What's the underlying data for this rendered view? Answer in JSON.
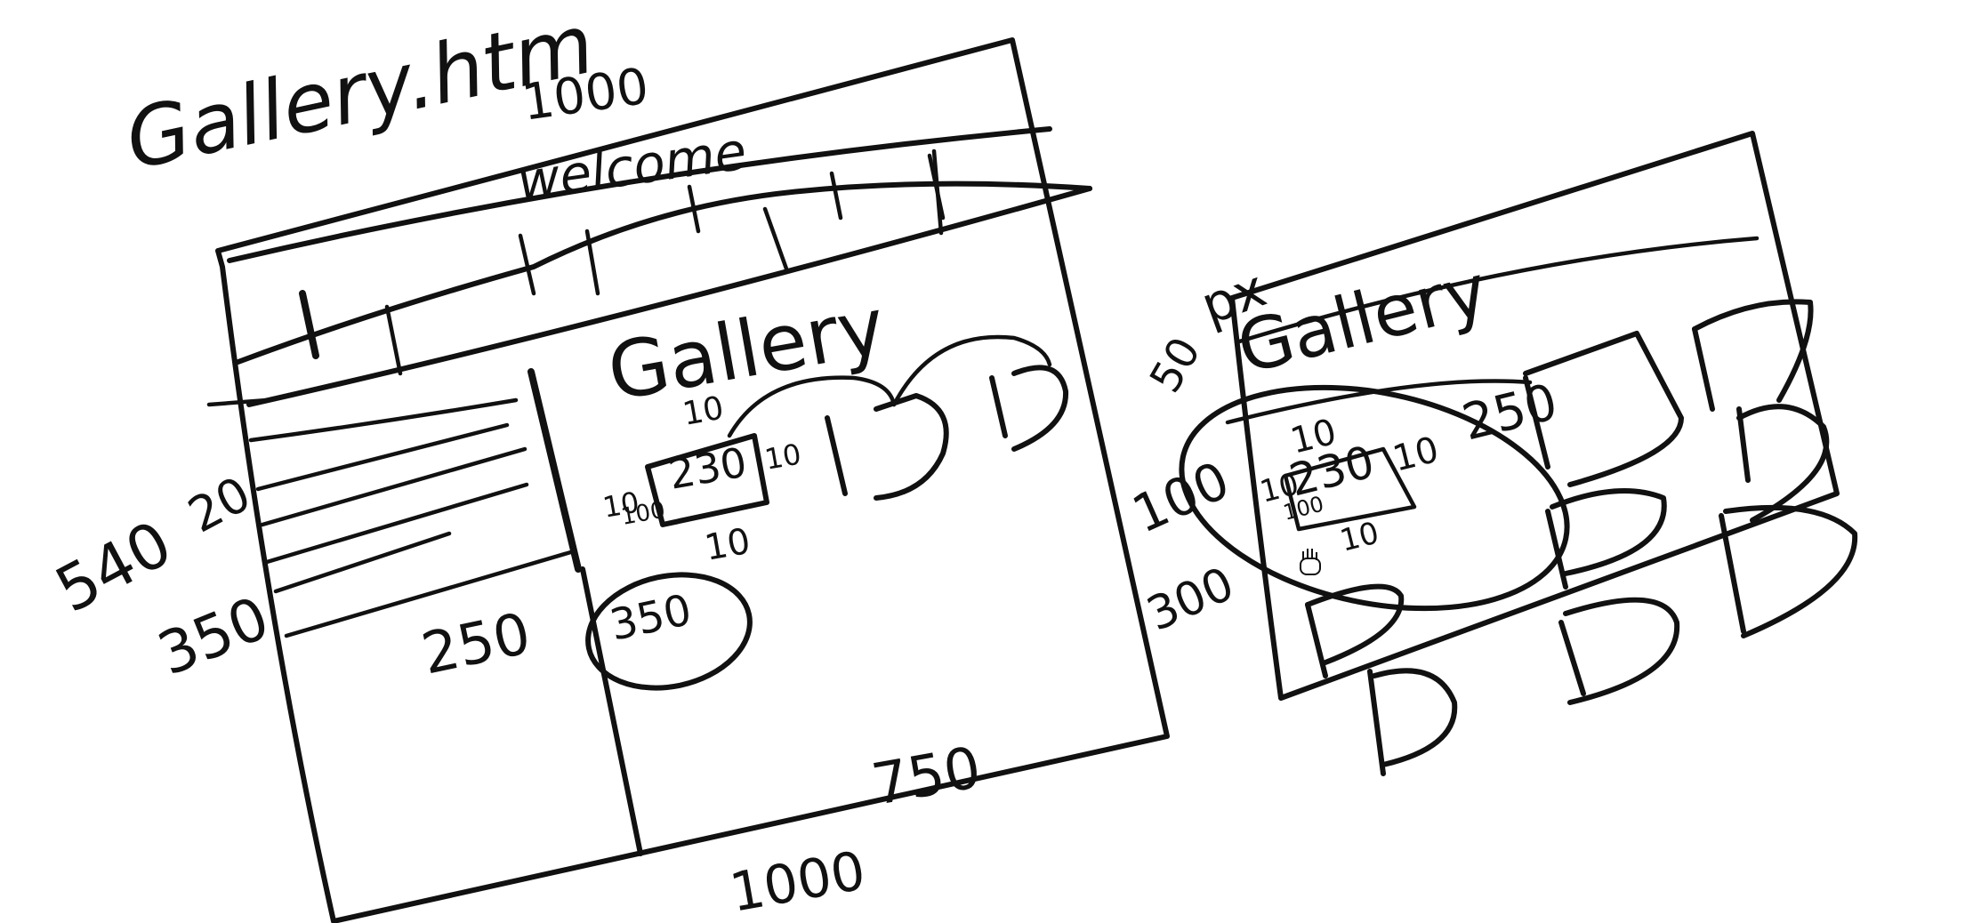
{
  "canvas": {
    "background": "#ffffff",
    "ink_color": "#111111",
    "cursor_icon": "hand-grab-cursor-icon"
  },
  "title": "Gallery.htm",
  "left_sketch": {
    "top_width": "1000",
    "header_text": "welcome",
    "section_heading": "Gallery",
    "sidebar_height_label": "540",
    "sidebar_margin_label": "20",
    "sidebar_bottom_label": "350",
    "sidebar_width_label": "250",
    "spacing_top": "10",
    "spacing_right": "10",
    "spacing_left": "10",
    "spacing_bottom": "10",
    "thumb_width": "230",
    "thumb_height": "100",
    "circled_label": "350",
    "content_width": "750",
    "bottom_width": "1000"
  },
  "right_sketch": {
    "unit_label": "px",
    "height_label": "50",
    "heading": "Gallery",
    "card_width": "250",
    "row_height_label": "100",
    "row_bottom_label": "300",
    "inner_top": "10",
    "inner_left": "10",
    "inner_width": "230",
    "inner_right": "10",
    "inner_height": "100",
    "inner_bottom": "10"
  }
}
